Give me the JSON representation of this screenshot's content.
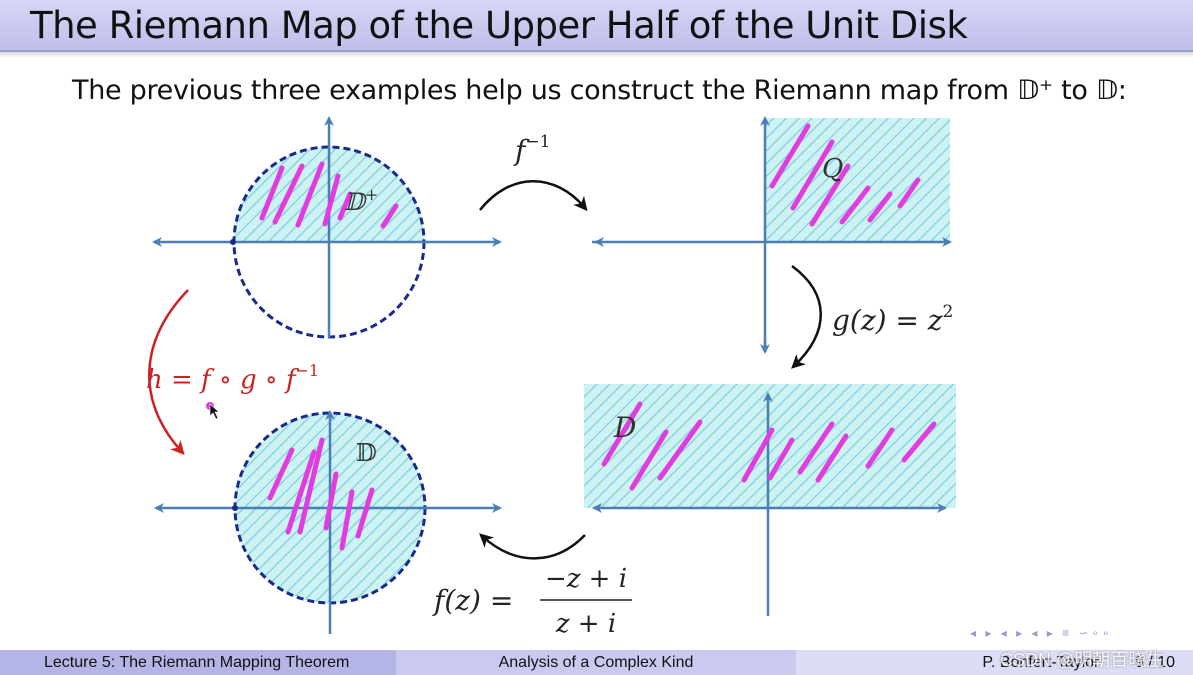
{
  "slide": {
    "title": "The Riemann Map of the Upper Half of the Unit Disk",
    "intro": "The previous three examples help us construct the Riemann map from 𝔻⁺ to 𝔻:"
  },
  "labels": {
    "d_plus": "𝔻",
    "d_plus_sup": "+",
    "d": "𝔻",
    "q": "Q",
    "d_region": "D",
    "f_inverse": "f",
    "f_inverse_sup": "−1",
    "g_formula": "g(z) = z",
    "g_formula_sup": "2",
    "h_formula": "h = f ∘ g ∘ f",
    "h_formula_sup": "−1",
    "f_formula_lhs": "f(z) =",
    "f_formula_num": "−z + i",
    "f_formula_den": "z + i"
  },
  "colors": {
    "axis": "#4a7fb5",
    "circle": "#1a2a8a",
    "hatch_fill": "#ccf2f2",
    "hatch_line": "#7fcfe0",
    "annotation": "#e23be0",
    "red_arrow": "#cc2222",
    "black_arrow": "#111111"
  },
  "footer": {
    "left": "Lecture 5: The Riemann Mapping Theorem",
    "center": "Analysis of a Complex Kind",
    "right": "P. Bonfert-Taylor",
    "page": "9 / 10"
  },
  "nav_symbols": "◂ ▸ ◂ ▸ ◂ ▸ ≡ ∽∘∘",
  "watermark": "CSDN @明朝百晓生"
}
